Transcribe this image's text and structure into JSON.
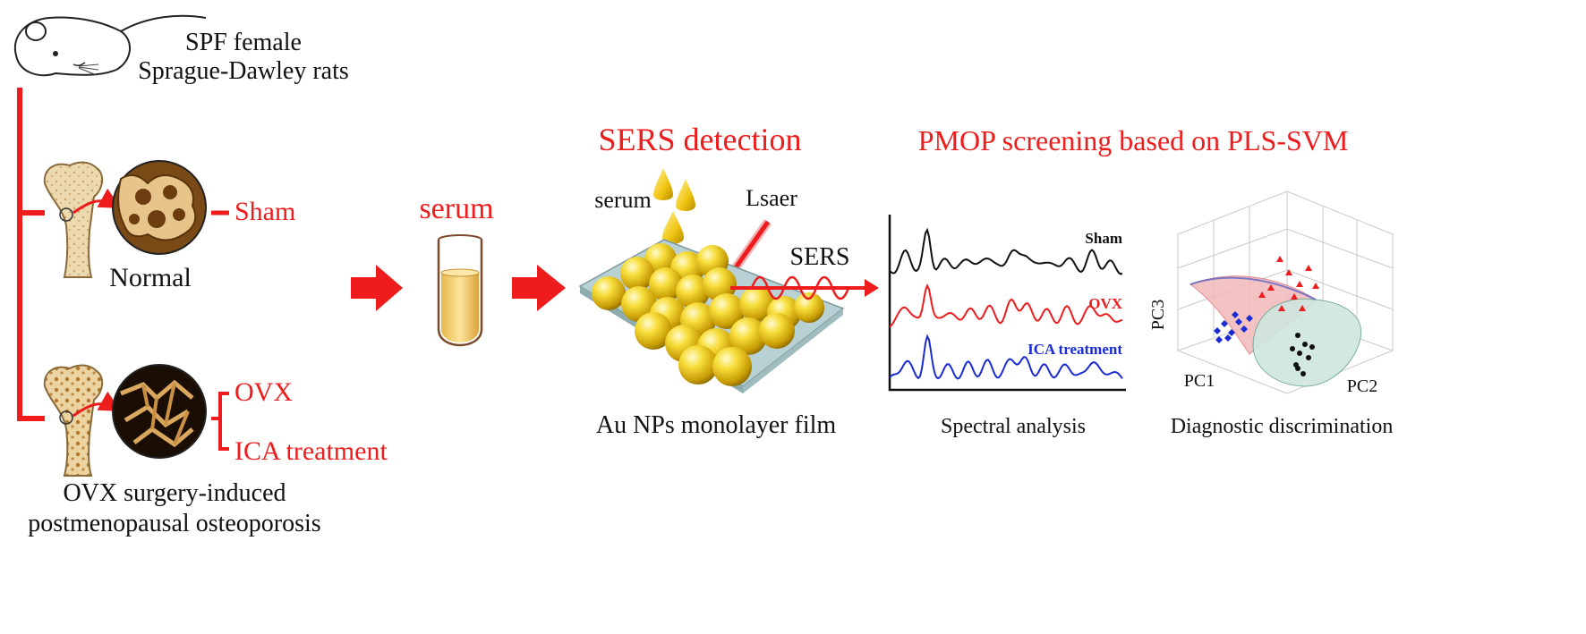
{
  "rat_label": {
    "line1": "SPF female",
    "line2": "Sprague-Dawley rats"
  },
  "normal": {
    "group_label": "Sham",
    "caption": "Normal"
  },
  "osteoporosis": {
    "groups": [
      "OVX",
      "ICA treatment"
    ],
    "caption_line1": "OVX surgery-induced",
    "caption_line2": "postmenopausal osteoporosis"
  },
  "serum_step": {
    "label": "serum"
  },
  "sers": {
    "heading": "SERS detection",
    "serum_label": "serum",
    "laser_label": "Lsaer",
    "signal_label": "SERS",
    "caption": "Au NPs monolayer film"
  },
  "pmop": {
    "heading": "PMOP screening based on PLS-SVM",
    "spectra_caption": "Spectral analysis",
    "spectra": [
      {
        "name": "Sham",
        "color": "#111111"
      },
      {
        "name": "OVX",
        "color": "#ee1c1c"
      },
      {
        "name": "ICA treatment",
        "color": "#1a2bd6"
      }
    ],
    "plot3d": {
      "x_axis": "PC1",
      "y_axis": "PC2",
      "z_axis": "PC3"
    },
    "plot_caption": "Diagnostic discrimination"
  },
  "colors": {
    "accent": "#ee1c1c",
    "gold": "#e8c21a",
    "blue": "#1a2bd6",
    "bone": "#e9d7b0"
  }
}
